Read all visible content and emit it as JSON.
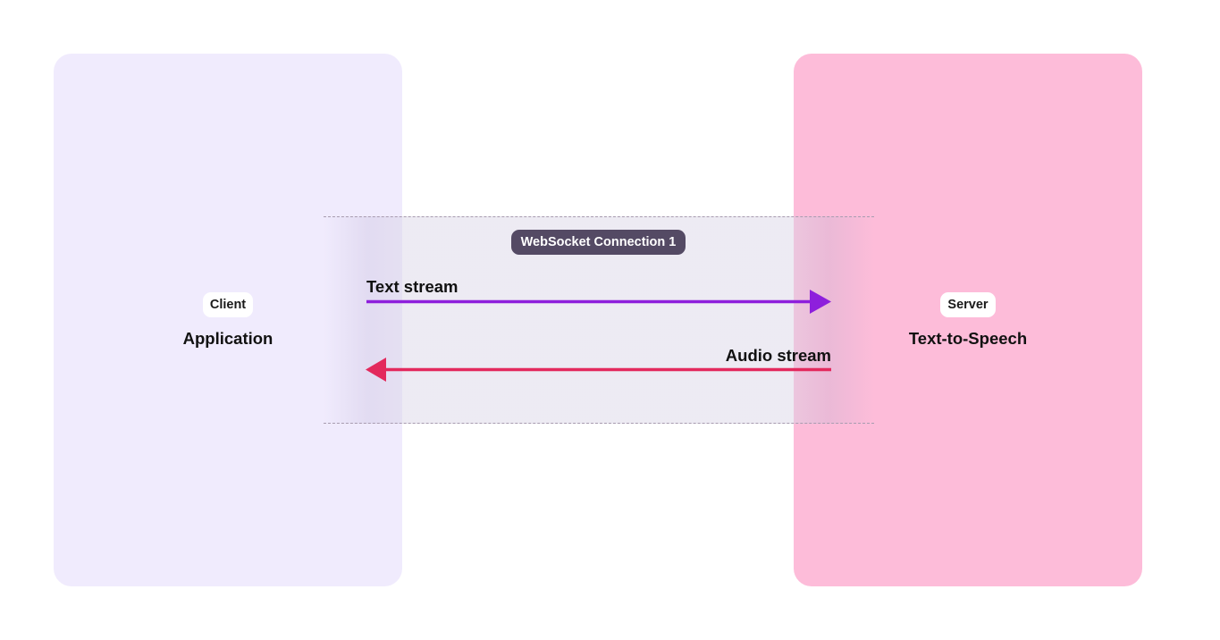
{
  "client": {
    "role_label": "Client",
    "title": "Application"
  },
  "server": {
    "role_label": "Server",
    "title": "Text-to-Speech"
  },
  "connection": {
    "label": "WebSocket Connection 1"
  },
  "streams": {
    "outgoing": {
      "label": "Text stream",
      "color": "#8e1fdc"
    },
    "incoming": {
      "label": "Audio stream",
      "color": "#e3295d"
    }
  },
  "colors": {
    "client_panel": "#f0ebfd",
    "server_panel": "#fdbcd9",
    "badge_dark": "#544a64"
  }
}
